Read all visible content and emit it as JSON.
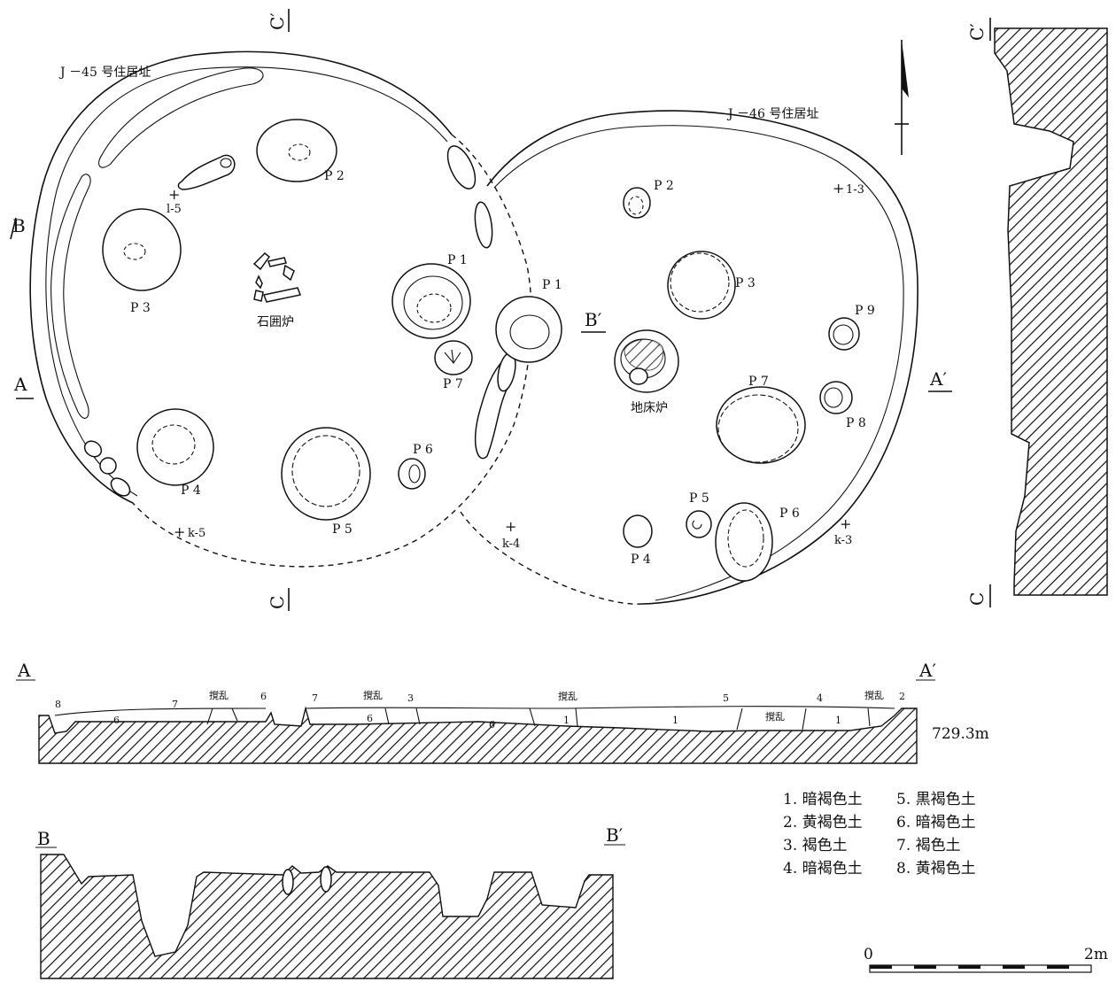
{
  "title_left": "J －45 号住居址",
  "title_right": "J －46 号住居址",
  "section_labels": {
    "a": "A",
    "a_prime": "A′",
    "b": "B",
    "b_prime": "B′",
    "c_top_plan": "C′",
    "c_bottom_plan": "C",
    "c_top_section": "C′",
    "c_bottom_section": "C"
  },
  "j45_pits": [
    "P 1",
    "P 2",
    "P 3",
    "P 4",
    "P 5",
    "P 6",
    "P 7"
  ],
  "j46_pits": [
    "P 1",
    "P 2",
    "P 3",
    "P 4",
    "P 5",
    "P 6",
    "P 7",
    "P 8",
    "P 9"
  ],
  "hearths": {
    "stone": "石囲炉",
    "earth": "地床炉"
  },
  "grid_points": [
    "l-5",
    "k-5",
    "k-4",
    "1-3",
    "k-3"
  ],
  "elevation": "729.3m",
  "section_layer_numbers": [
    "8",
    "6",
    "7",
    "6",
    "7",
    "6",
    "3",
    "6",
    "1",
    "1",
    "5",
    "4",
    "1",
    "2"
  ],
  "disturbance_label": "撹乱",
  "legend": [
    "1. 暗褐色土",
    "2. 黄褐色土",
    "3. 褐色土",
    "4. 暗褐色土",
    "5. 黒褐色土",
    "6. 暗褐色土",
    "7. 褐色土",
    "8. 黄褐色土"
  ],
  "scale": {
    "start": "0",
    "end": "2m"
  }
}
